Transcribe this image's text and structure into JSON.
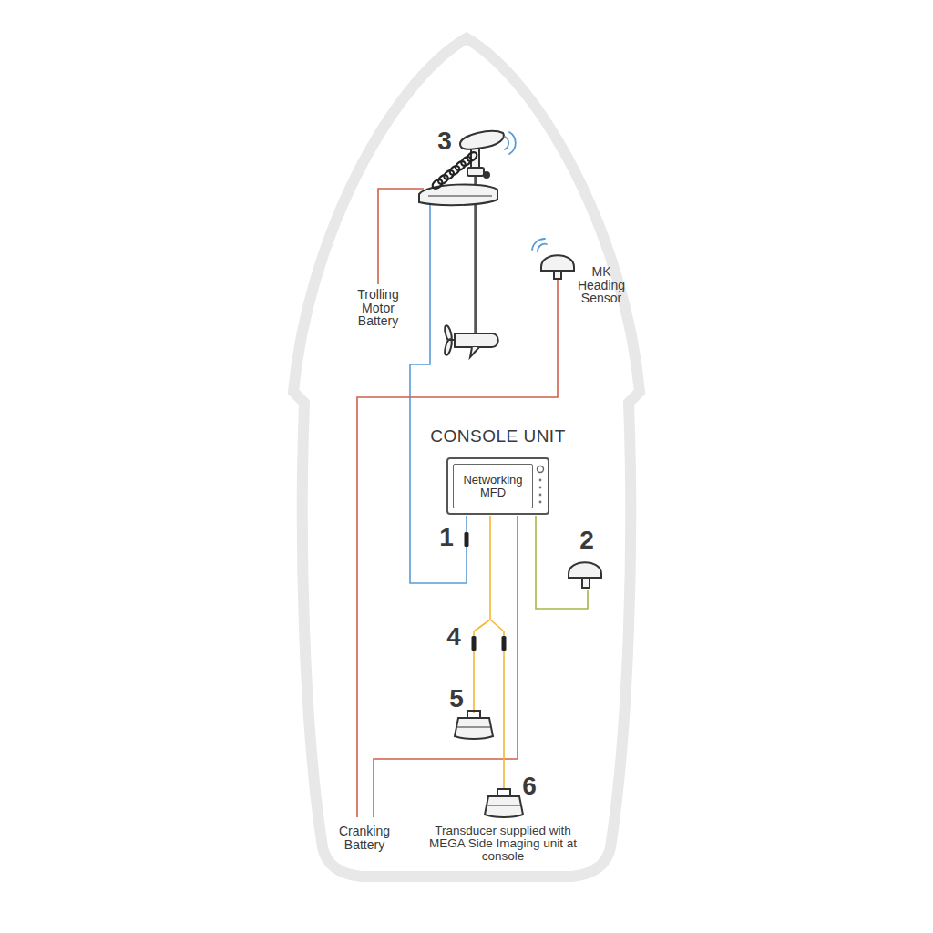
{
  "diagram": {
    "nodes": [
      {
        "text": [
          "CONSOLE UNIT",
          "Networking MFD"
        ]
      }
    ],
    "edges": [],
    "labels": [
      "3",
      "MK Heading Sensor",
      "Trolling Motor Battery",
      "1",
      "2",
      "4",
      "5",
      "6",
      "Cranking Battery",
      "Transducer supplied with MEGA Side Imaging unit at console"
    ]
  }
}
